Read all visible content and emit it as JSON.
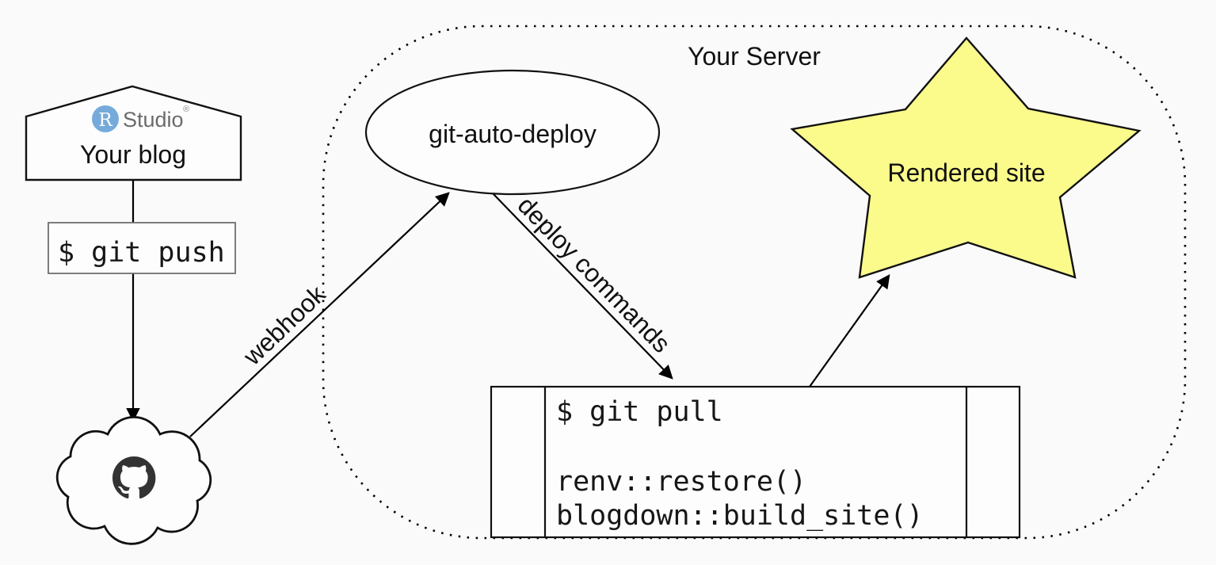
{
  "canvas": {
    "background": "#fafafa"
  },
  "colors": {
    "stroke": "#111111",
    "star_fill": "#fbfb8c",
    "rstudio_blue": "#75aadb",
    "studio_gray": "#6b6b6b",
    "github_dark": "#333333",
    "push_box_border": "#6f6f6f"
  },
  "server": {
    "label": "Your Server"
  },
  "nodes": {
    "blog": {
      "label": "Your blog",
      "logo_r": "R",
      "logo_studio": "Studio",
      "logo_reg": "®"
    },
    "push": {
      "command": "$ git push"
    },
    "deployer": {
      "label": "git-auto-deploy"
    },
    "site": {
      "label": "Rendered site"
    },
    "build": {
      "lines": [
        "$ git pull",
        "renv::restore()",
        "blogdown::build_site()"
      ]
    }
  },
  "edges": {
    "webhook": {
      "label": "webhook"
    },
    "deploy": {
      "label": "deploy commands"
    }
  }
}
